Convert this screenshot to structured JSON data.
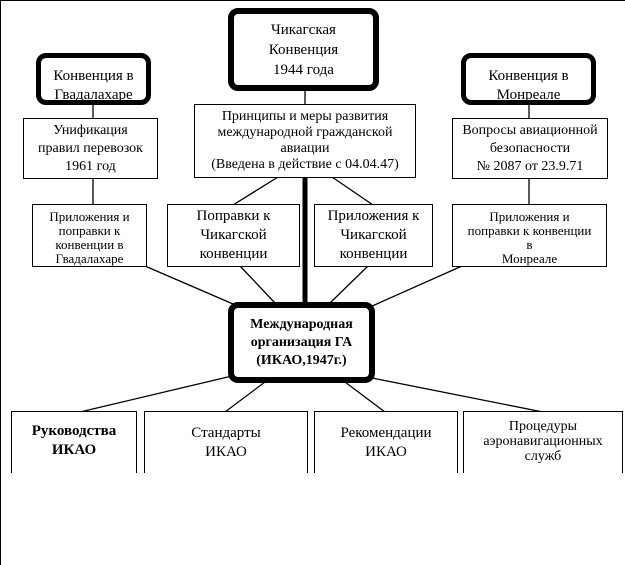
{
  "chicago": "Чикагская\nКонвенция\n1944 года",
  "guadalajara": "Конвенция в\nГвадалахаре",
  "montreal": "Конвенция в\nМонреале",
  "principles": "Принципы и меры  развития\nмеждународной гражданской\nавиации\n(Введена в действие с 04.04.47)",
  "unification": "Унификация\nправил перевозок\n1961 год",
  "aviation_security": "Вопросы авиационной\nбезопасности\n№ 2087 от 23.9.71",
  "annex_guadalajara": "Приложения и\nпоправки к\nконвенции в\nГвадалахаре",
  "amendments_chicago": "Поправки к\nЧикагской\nконвенции",
  "annex_chicago": "Приложения к\nЧикагской\nконвенции",
  "annex_montreal": "Приложения и\nпоправки к конвенции\nв\nМонреале",
  "icao": "Международная\nорганизация ГА\n(ИКАО,1947г.)",
  "manuals": "Руководства\nИКАО",
  "standards": "Стандарты\nИКАО",
  "recommendations": "Рекомендации\nИКАО",
  "procedures": "Процедуры\nаэронавигационных\nслужб"
}
